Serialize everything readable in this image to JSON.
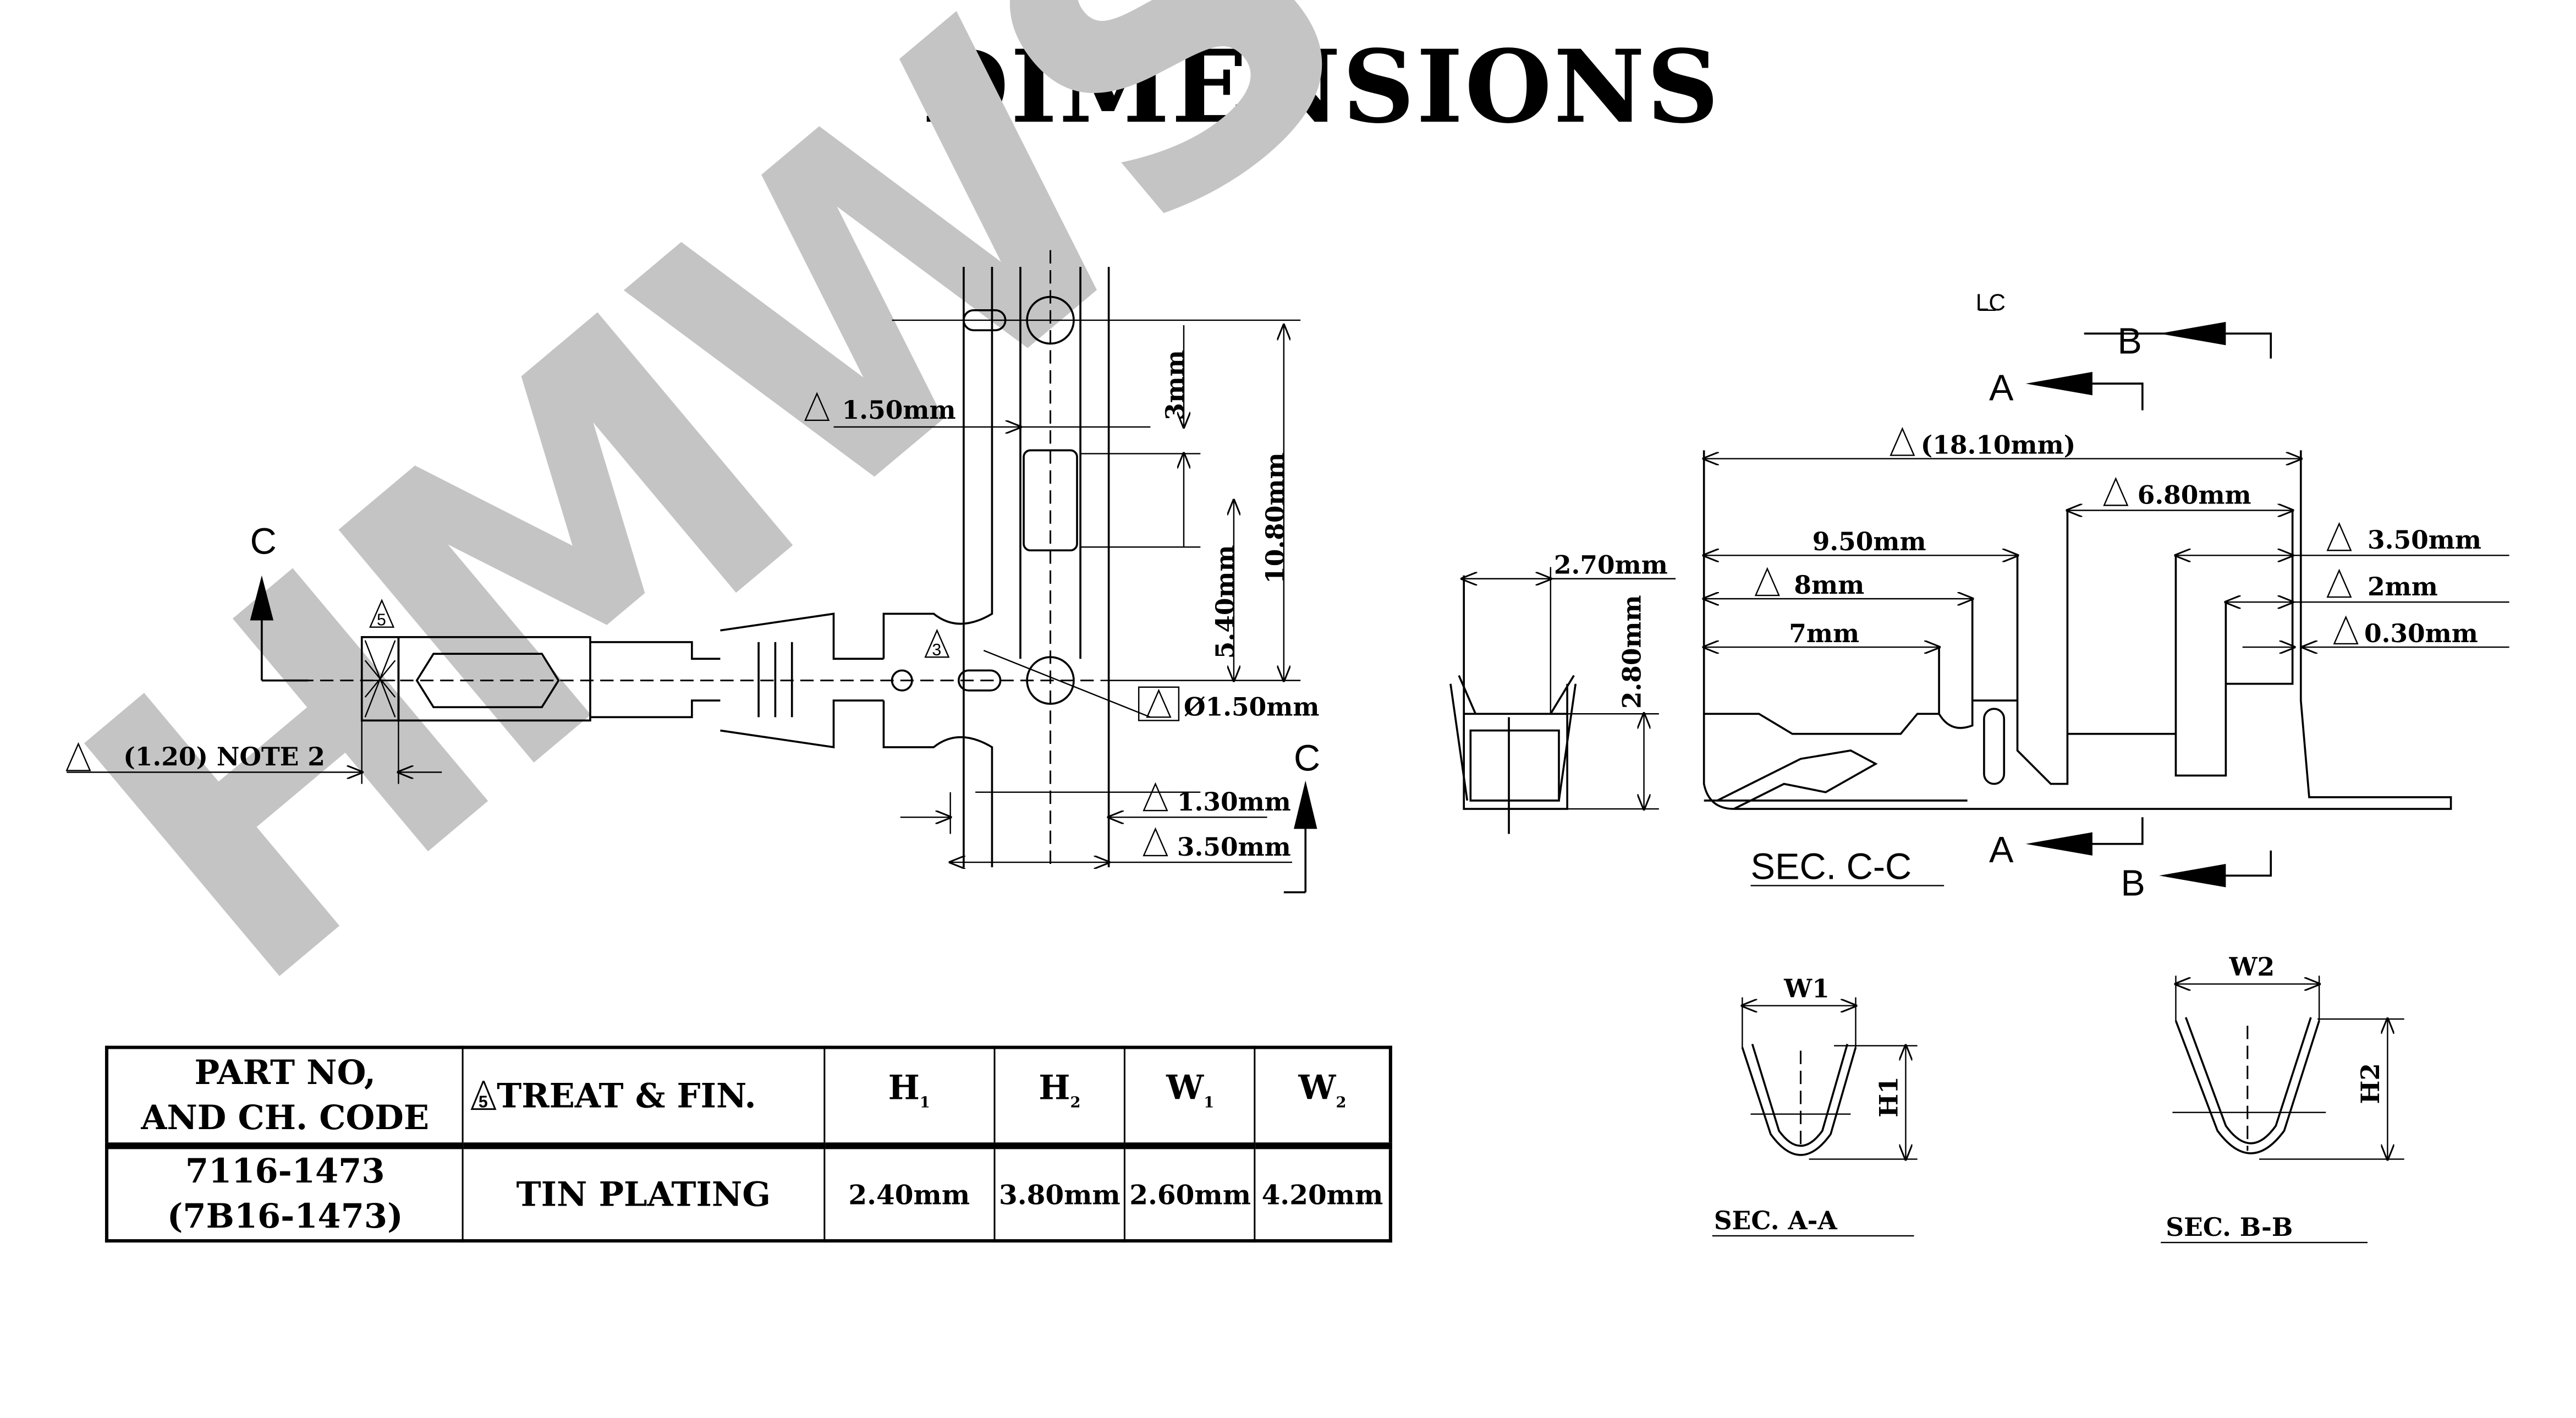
{
  "title": "DIMENSIONS",
  "watermark": "HMWS",
  "colors": {
    "ink": "#000000",
    "watermark": "#c4c4c4"
  },
  "left_view": {
    "note_marker": "5",
    "detail_marker": "3",
    "section_mark": "C",
    "dims": {
      "d1": "1.50mm",
      "d2": "3mm",
      "d3": "10.80mm",
      "d4": "5.40mm",
      "d5": "Ø1.50mm",
      "d6": "1.30mm",
      "d7": "3.50mm",
      "d8": "(1.20) NOTE 2"
    }
  },
  "right_view": {
    "centerline_mark": "LC",
    "section_a": "A",
    "section_b": "B",
    "section_title": "SEC. C-C",
    "dims": {
      "overall": "(18.10mm)",
      "d680": "6.80mm",
      "d950": "9.50mm",
      "d8": "8mm",
      "d7": "7mm",
      "d350": "3.50mm",
      "d2": "2mm",
      "d030": "0.30mm",
      "d270": "2.70mm",
      "d280": "2.80mm"
    }
  },
  "sections": {
    "aa": {
      "width_label": "W1",
      "height_label": "H1",
      "title": "SEC. A-A"
    },
    "bb": {
      "width_label": "W2",
      "height_label": "H2",
      "title": "SEC. B-B"
    }
  },
  "triangle_note": "5",
  "table": {
    "headers": {
      "part_line1": "PART NO,",
      "part_line2": "AND CH. CODE",
      "treat": "TREAT & FIN.",
      "h1": "H",
      "h1_sub": "1",
      "h2": "H",
      "h2_sub": "2",
      "w1": "W",
      "w1_sub": "1",
      "w2": "W",
      "w2_sub": "2"
    },
    "row": {
      "part_line1": "7116-1473",
      "part_line2": "(7B16-1473)",
      "treat": "TIN PLATING",
      "h1": "2.40mm",
      "h2": "3.80mm",
      "w1": "2.60mm",
      "w2": "4.20mm"
    }
  }
}
